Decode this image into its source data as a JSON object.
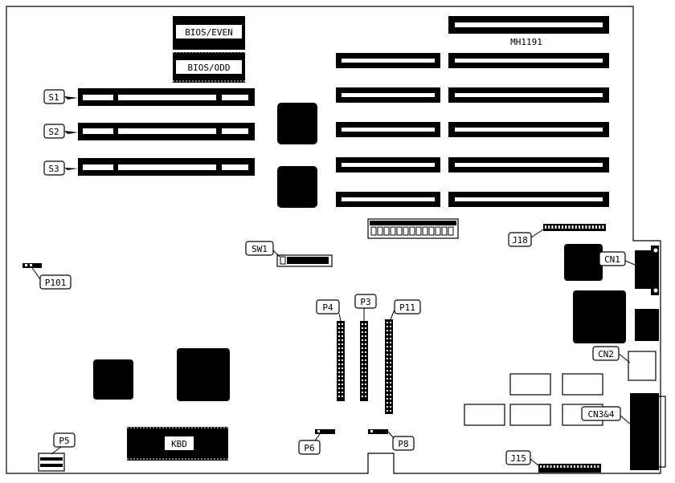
{
  "labels": {
    "bios_even": "BIOS/EVEN",
    "bios_odd": "BIOS/ODD",
    "mh1191": "MH1191",
    "s1": "S1",
    "s2": "S2",
    "s3": "S3",
    "sw1": "SW1",
    "j18": "J18",
    "cn1": "CN1",
    "p101": "P101",
    "p4": "P4",
    "p3": "P3",
    "p11": "P11",
    "cn2": "CN2",
    "cn34": "CN3&4",
    "p5": "P5",
    "kbd": "KBD",
    "p6": "P6",
    "p8": "P8",
    "j15": "J15"
  },
  "colors": {
    "ink": "#000000",
    "paper": "#ffffff"
  }
}
